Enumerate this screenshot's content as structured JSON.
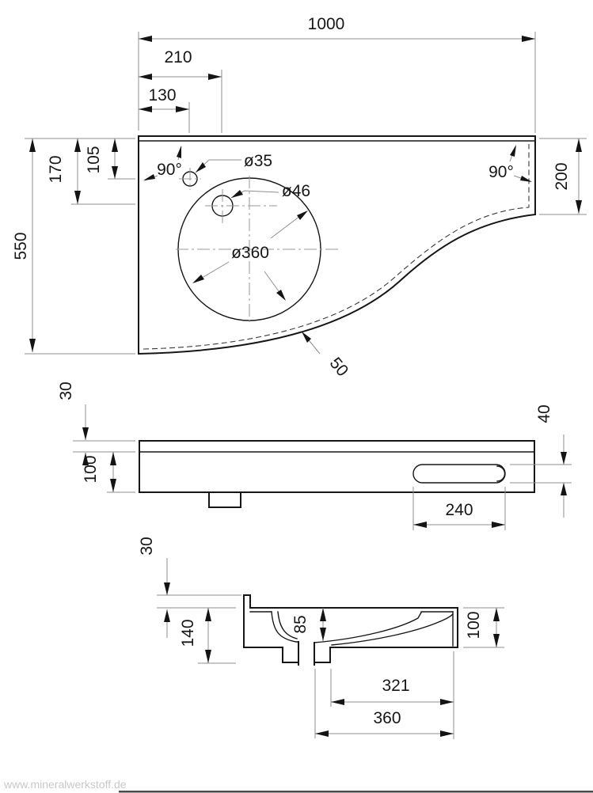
{
  "watermark": "www.mineralwerkstoff.de",
  "drawing": {
    "plan": {
      "overall_width": "1000",
      "hole_offset_x_210": "210",
      "hole_offset_x_130": "130",
      "depth_left": "550",
      "hole_offset_y_170": "170",
      "hole_offset_y_105": "105",
      "depth_right": "200",
      "angle_left": "90°",
      "angle_right": "90°",
      "hole_small_dia": "ø35",
      "hole_large_dia": "ø46",
      "bowl_dia": "ø360",
      "edge_value": "50"
    },
    "front": {
      "top_thickness": "30",
      "body_height": "100",
      "slot_height": "40",
      "slot_width": "240"
    },
    "section": {
      "upstand_height": "30",
      "total_height": "140",
      "bowl_depth": "85",
      "body_height": "100",
      "width_inner": "321",
      "width_outer": "360"
    }
  }
}
